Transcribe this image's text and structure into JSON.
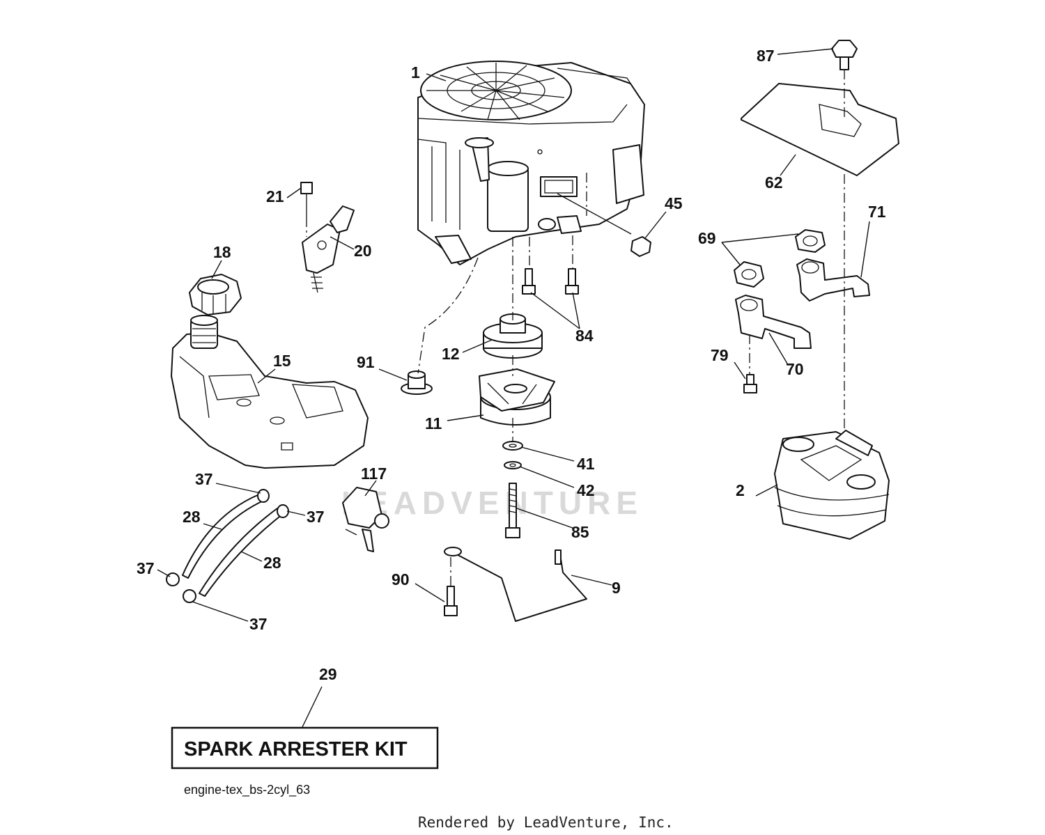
{
  "watermark": "LEADVENTURE",
  "callouts": {
    "c1": "1",
    "c2": "2",
    "c9": "9",
    "c11": "11",
    "c12": "12",
    "c15": "15",
    "c18": "18",
    "c20": "20",
    "c21": "21",
    "c28a": "28",
    "c28b": "28",
    "c29": "29",
    "c37a": "37",
    "c37b": "37",
    "c37c": "37",
    "c37d": "37",
    "c41": "41",
    "c42": "42",
    "c45": "45",
    "c62": "62",
    "c69": "69",
    "c70": "70",
    "c71": "71",
    "c79": "79",
    "c84": "84",
    "c85": "85",
    "c87": "87",
    "c90": "90",
    "c91": "91",
    "c117": "117"
  },
  "kit_label": "SPARK ARRESTER KIT",
  "diagram_id": "engine-tex_bs-2cyl_63",
  "credit": "Rendered by LeadVenture, Inc."
}
